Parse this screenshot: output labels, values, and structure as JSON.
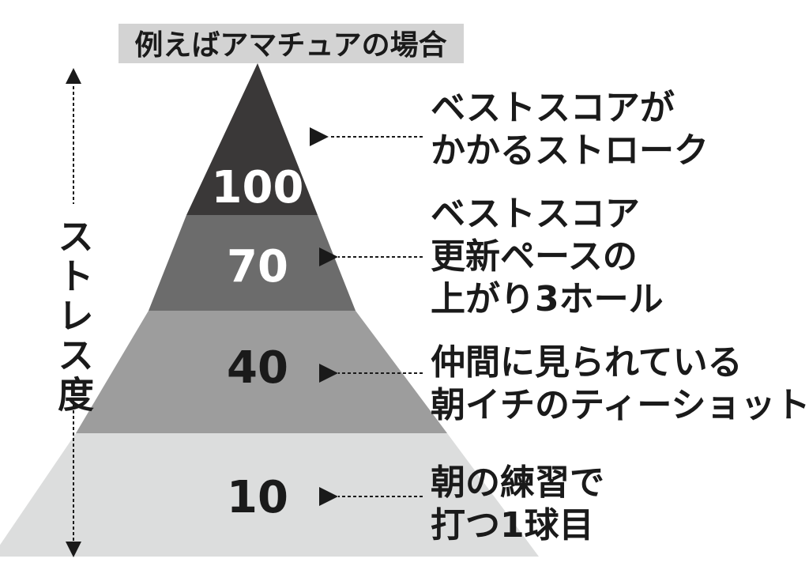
{
  "title": "例えばアマチュアの場合",
  "axis": {
    "label": "ストレス度"
  },
  "colors": {
    "title_background": "#d3d3d3",
    "tier_top": "#3a3838",
    "tier_second": "#6c6c6c",
    "tier_third": "#9d9d9d",
    "tier_bottom": "#dcdddd",
    "number_light": "#ffffff",
    "number_dark": "#1a1a1a",
    "ink": "#1a1a1a"
  },
  "levels": [
    {
      "value": "100",
      "description": [
        "ベストスコアが",
        "かかるストローク"
      ]
    },
    {
      "value": "70",
      "description": [
        "ベストスコア",
        "更新ペースの",
        "上がり3ホール"
      ]
    },
    {
      "value": "40",
      "description": [
        "仲間に見られている",
        "朝イチのティーショット"
      ]
    },
    {
      "value": "10",
      "description": [
        "朝の練習で",
        "打つ1球目"
      ]
    }
  ]
}
